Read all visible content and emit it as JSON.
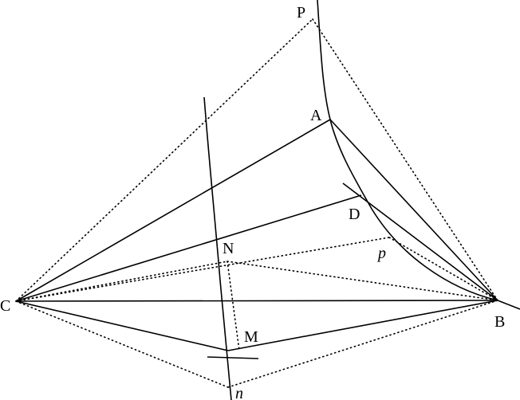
{
  "points": {
    "P": "P",
    "A": "A",
    "D": "D",
    "N": "N",
    "p": "p",
    "C": "C",
    "B": "B",
    "M": "M",
    "n": "n"
  }
}
